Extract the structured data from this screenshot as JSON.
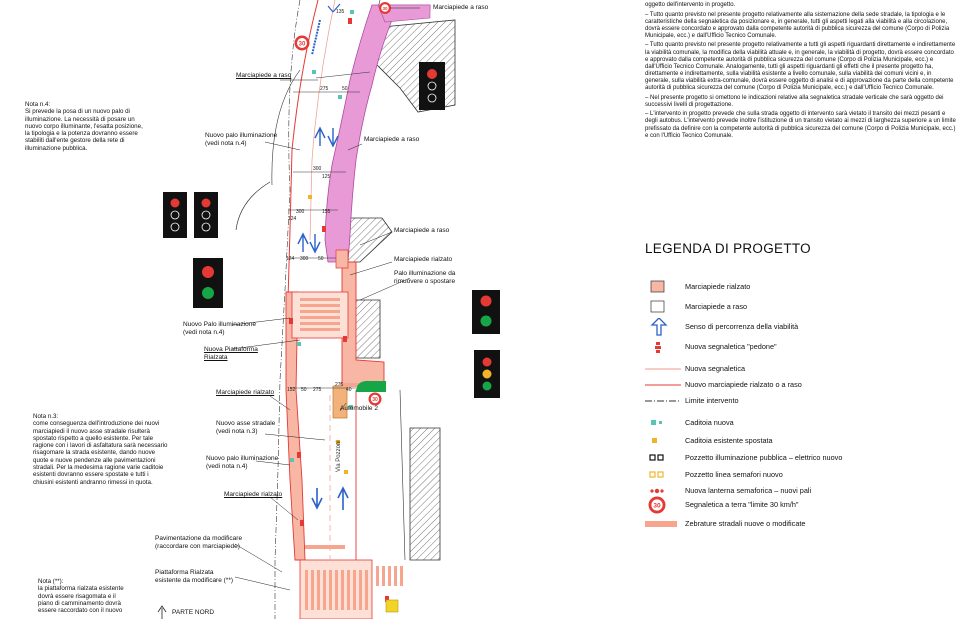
{
  "notes_left": {
    "nota4": "Nota n.4:\nSi prevede la posa di un nuovo palo di\nilluminazione. La necessità di posare un\nnuovo corpo illuminante, l'esatta posizione,\nla tipologia e la potenza dovranno essere\nstabiliti dall'ente gestore della rete di\nilluminazione pubblica.",
    "nota3": "Nota n.3:\ncome conseguenza dell'introduzione dei nuovi\nmarciapiedi il nuovo asse stradale risulterà\nspostato rispetto a quello esistente. Per tale\nragione con i lavori di asfaltatura sarà necessario\nrisagomare la strada esistente, dando nuove\nquote e nuove pendenze alle pavimentazioni\nstradali. Per la medesima ragione varie caditoie\nesistenti dovranno essere spostate e tutti i\nchiusini esistenti andranno rimessi in quota.",
    "nota_star": "Nota (**):\nla piattaforma rialzata esistente\ndovrà essere risagomata e il\npiano di camminamento dovrà\nessere raccordato con il nuovo"
  },
  "callouts": {
    "marciapiede_raso_1": "Marciapiede a raso",
    "marciapiede_raso_2": "Marciapiede a raso",
    "marciapiede_raso_3": "Marciapiede a raso",
    "marciapiede_raso_4": "Marciapiede a raso",
    "nuovo_palo_top": "Nuovo palo illuminazione\n(vedi nota n.4)",
    "marciapiede_rialzato_right": "Marciapiede rialzato",
    "palo_rimuovere": "Palo illuminazione da\nrimuovere o spostare",
    "nuovo_palo_mid": "Nuovo Palo illuminazione\n(vedi nota n.4)",
    "nuova_piattaforma": "Nuova Piattaforma\nRialzata",
    "marciapiede_rialzato_left1": "Marciapiede rialzato",
    "automobile": "Automobile 2",
    "nuovo_asse": "Nuovo asse stradale\n(vedi nota n.3)",
    "nuovo_palo_low": "Nuovo palo illuminazione\n(vedi nota n.4)",
    "marciapiede_rialzato_left2": "Marciapiede rialzato",
    "pavimentazione": "Pavimentazione da modificare\n(raccordare con marciapiede)",
    "piattaforma_esistente": "Piattaforma Rialzata\nesistente da modificare (**)",
    "parte_nord": "PARTE NORD",
    "via_name": "Via Pozzoni",
    "speed": "30"
  },
  "dimensions": {
    "d1": "275",
    "d2": "50",
    "d3": "300",
    "d4": "125",
    "d5": "124",
    "d6": "300",
    "d7": "155",
    "d8": "124",
    "d9": "300",
    "d10": "50",
    "d11": "152",
    "d12": "50",
    "d13": "275",
    "d14": "275",
    "d15": "40",
    "d16": "135"
  },
  "notes_right": [
    "oggetto dell'intervento in progetto.",
    "– Tutto quanto previsto nel presente progetto relativamente alla sistemazione della sede stradale, la tipologia e le caratteristiche della segnaletica da posizionare e, in generale, tutti gli aspetti legati alla viabilità e alla circolazione, dovrà essere concordato e approvato dalla competente autorità di pubblica sicurezza del comune (Corpo di Polizia Municipale, ecc.) e dall'Ufficio Tecnico Comunale.",
    "– Tutto quanto previsto nel presente progetto relativamente a tutti gli aspetti riguardanti direttamente e indirettamente la viabilità comunale, la modifica della viabilità attuale e, in generale, la viabilità di progetto, dovrà essere concordato e approvato dalla competente autorità di pubblica sicurezza del comune (Corpo di Polizia Municipale, ecc.) e dall'Ufficio Tecnico Comunale. Analogamente, tutti gli aspetti riguardanti gli effetti che il presente progetto ha, direttamente e indirettamente, sulla viabilità esistente a livello comunale, sulla viabilità dei comuni vicini e, in generale, sulla viabilità extra-comunale, dovrà essere oggetto di analisi e di approvazione da parte della competente autorità di pubblica sicurezza del comune (Corpo di Polizia Municipale, ecc.) e dall'Ufficio Tecnico Comunale.",
    "– Nel presente progetto si omettono le indicazioni relative alla segnaletica stradale verticale che sarà oggetto dei successivi livelli di progettazione.",
    "– L'intervento in progetto prevede che sulla strada oggetto di intervento sarà vietato il transito dei mezzi pesanti e degli autobus. L'intervento prevede inoltre l'istituzione di un transito vietato ai mezzi di larghezza superiore a un limite prefissato da definire con la competente autorità di pubblica sicurezza del comune (Corpo di Polizia Municipale, ecc.) e con l'Ufficio Tecnico Comunale."
  ],
  "legend": {
    "title": "LEGENDA DI PROGETTO",
    "items": [
      {
        "label": "Marciapiede rialzato",
        "symbol": "box-pink"
      },
      {
        "label": "Marciapiede a raso",
        "symbol": "box-white"
      },
      {
        "label": "Senso di percorrenza della viabilità",
        "symbol": "blue-arrow-icon"
      },
      {
        "label": "Nuova segnaletica \"pedone\"",
        "symbol": "pedestrian-icon"
      },
      {
        "label": "Nuova segnaletica",
        "symbol": "line-pink"
      },
      {
        "label": "Nuovo marciapiede rialzato o a raso",
        "symbol": "line-red"
      },
      {
        "label": "Limite intervento",
        "symbol": "line-dashdot"
      },
      {
        "label": "Caditoia nuova",
        "symbol": "teal-squares"
      },
      {
        "label": "Caditoia esistente spostata",
        "symbol": "yellow-square"
      },
      {
        "label": "Pozzetto illuminazione pubblica – elettrico nuovo",
        "symbol": "black-squares"
      },
      {
        "label": "Pozzetto linea semafori nuovo",
        "symbol": "yellow-outline-squares"
      },
      {
        "label": "Nuova lanterna semaforica – nuovi pali",
        "symbol": "red-dots"
      },
      {
        "label": "Segnaletica a terra \"limite 30 km/h\"",
        "symbol": "speed-30-icon"
      },
      {
        "label": "Zebrature stradali nuove o modificate",
        "symbol": "zebra-bar"
      }
    ]
  },
  "colors": {
    "rialzato": "#f7b7a4",
    "raso_pink": "#e79ad6",
    "red_line": "#e53935",
    "blue": "#2b62c9",
    "teal": "#59c3b6",
    "yellow": "#f2b32a",
    "green": "#17a647"
  }
}
